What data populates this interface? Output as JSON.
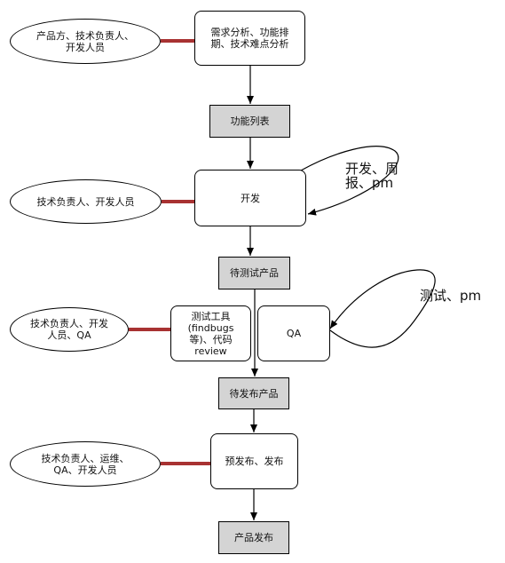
{
  "nodes": {
    "actor_product": "产品方、技术负责人、\n开发人员",
    "analysis": "需求分析、功能排\n期、技术难点分析",
    "feature_list": "功能列表",
    "actor_dev": "技术负责人、开发人员",
    "develop": "开发",
    "to_test": "待测试产品",
    "actor_qa": "技术负责人、开发\n人员、QA",
    "test_tools": "测试工具\n(findbugs\n等)、代码\nreview",
    "qa": "QA",
    "to_release": "待发布产品",
    "actor_release": "技术负责人、运维、\nQA、开发人员",
    "prerelease": "预发布、发布",
    "product_release": "产品发布"
  },
  "loops": {
    "develop_loop": "开发、周\n报、pm",
    "qa_loop": "测试、pm"
  }
}
